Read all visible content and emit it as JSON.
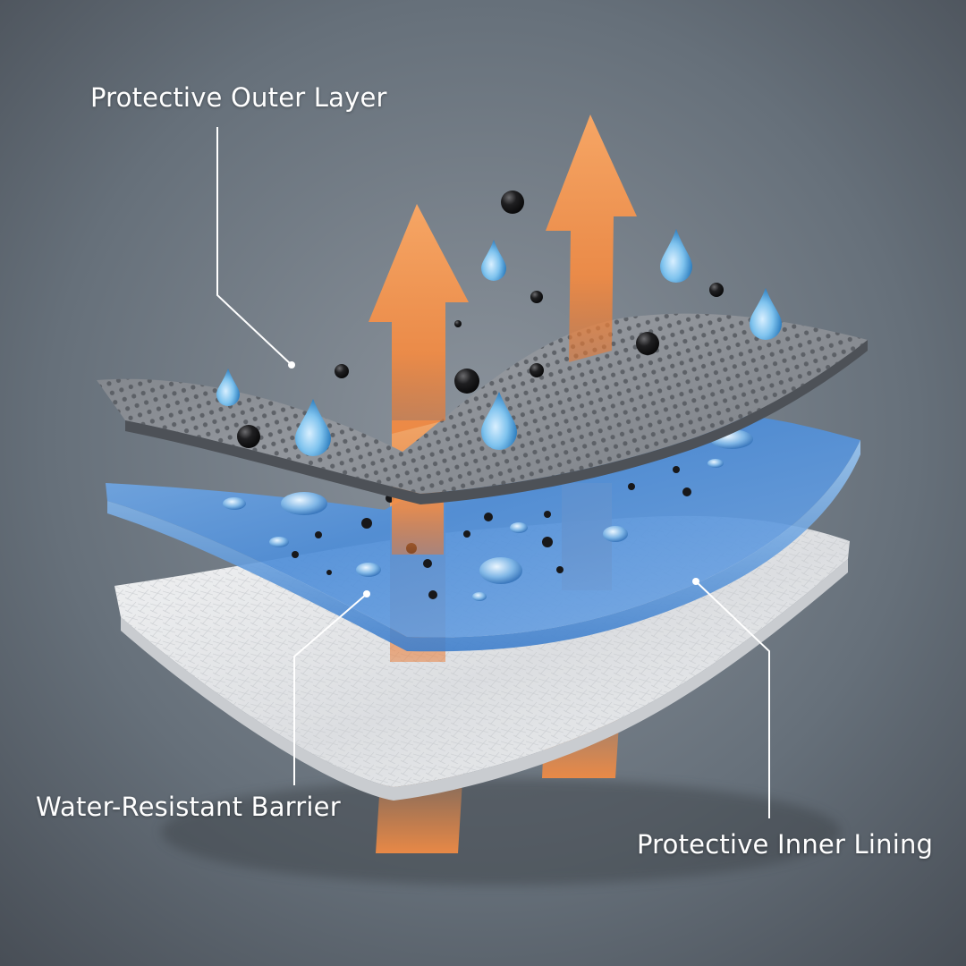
{
  "labels": {
    "outer_layer": "Protective Outer Layer",
    "barrier": "Water-Resistant Barrier",
    "inner_lining": "Protective Inner Lining"
  },
  "colors": {
    "background": "#5c646e",
    "outer_layer": "#8b8f95",
    "barrier": "#4f8fd8",
    "inner_lining": "#e8eaec",
    "arrow": "#f29a52",
    "water_drop": "#7fc3ee",
    "dirt_particle": "#1c1c1e",
    "callout_line": "#ffffff"
  },
  "icons": [
    "arrow-up-icon",
    "water-drop-icon",
    "dirt-particle-icon"
  ]
}
